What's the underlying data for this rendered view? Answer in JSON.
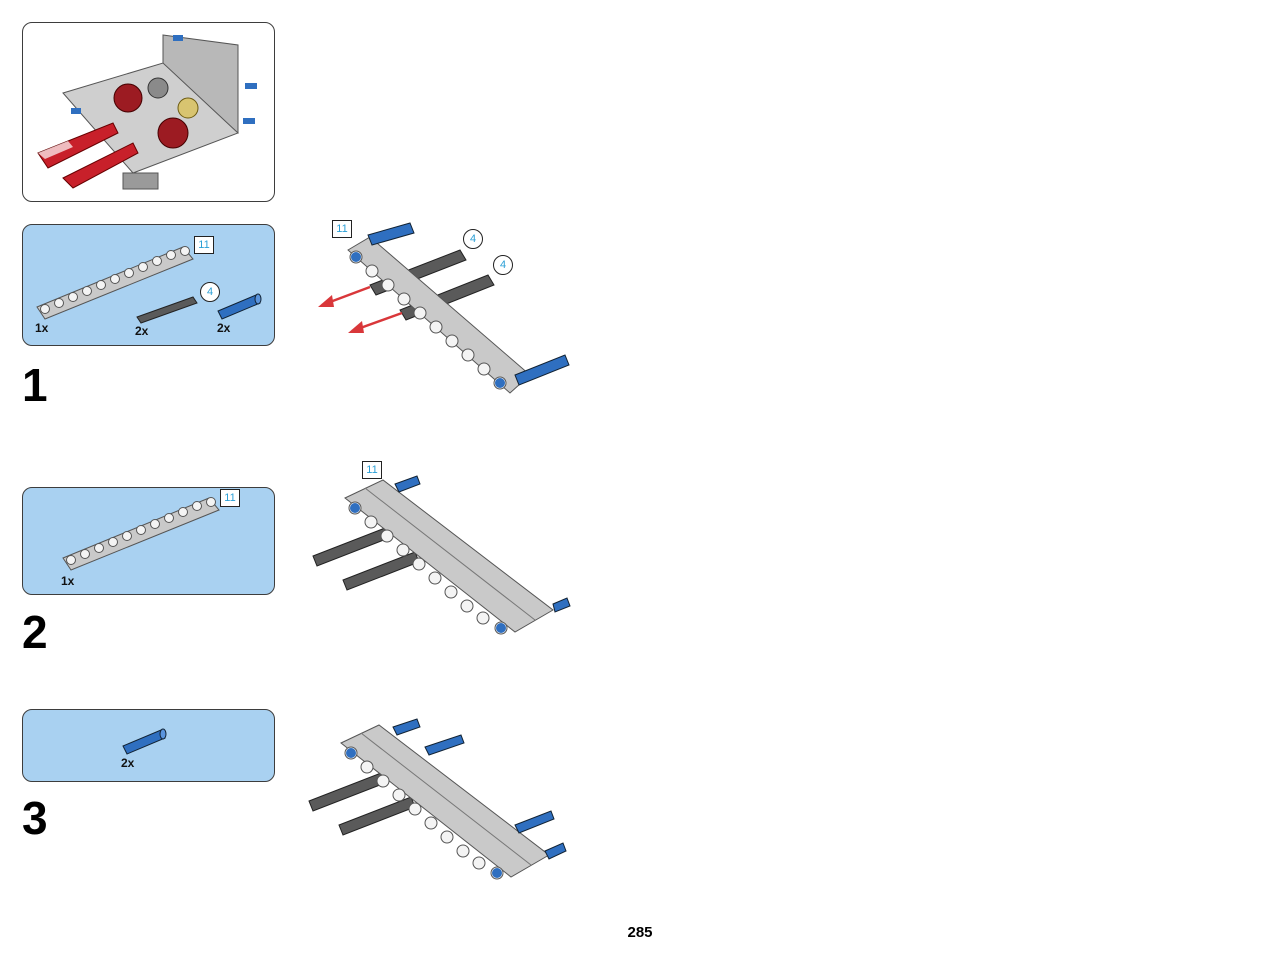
{
  "page": {
    "number": "285"
  },
  "steps": [
    {
      "number": "1",
      "parts": [
        {
          "name": "beam",
          "qty": "1x",
          "length": "11"
        },
        {
          "name": "axle",
          "qty": "2x",
          "length": "4"
        },
        {
          "name": "blue-pin",
          "qty": "2x"
        }
      ],
      "callouts": {
        "beam": "11",
        "axle_a": "4",
        "axle_b": "4"
      }
    },
    {
      "number": "2",
      "parts": [
        {
          "name": "beam",
          "qty": "1x",
          "length": "11"
        }
      ],
      "callouts": {
        "beam": "11"
      }
    },
    {
      "number": "3",
      "parts": [
        {
          "name": "blue-pin",
          "qty": "2x"
        }
      ]
    }
  ],
  "colors": {
    "parts_box_bg": "#a9d1f1",
    "beam_gray": "#c9c9c9",
    "axle_dark": "#5a5a5a",
    "pin_blue": "#2f6fc0",
    "arrow_red": "#d9373a",
    "length_indicator": "#2a9fd6"
  }
}
